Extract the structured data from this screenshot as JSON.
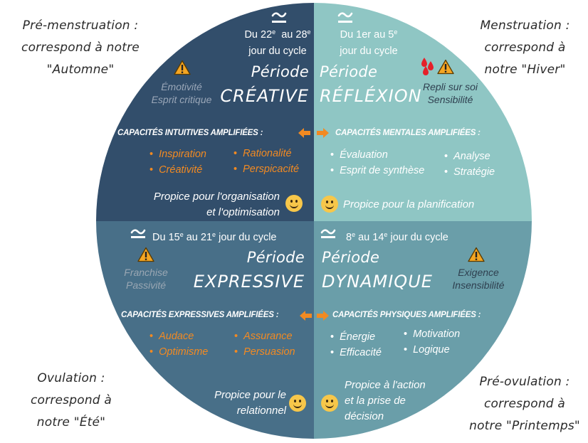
{
  "side_notes": {
    "top_left": [
      "Pré-menstruation :",
      "correspond à notre",
      "\"Automne\""
    ],
    "top_right": [
      "Menstruation :",
      "correspond à",
      "notre \"Hiver\""
    ],
    "bottom_left": [
      "Ovulation :",
      "correspond à",
      "notre \"Été\""
    ],
    "bottom_right": [
      "Pré-ovulation :",
      "correspond à",
      "notre \"Printemps\""
    ]
  },
  "colors": {
    "creative": "#324e6b",
    "reflexion": "#8fc6c4",
    "expressive": "#486f88",
    "dynamique": "#6a9ea9",
    "accent_orange": "#f28a22",
    "warning_yellow": "#f5a623",
    "blood_red": "#e5202a"
  },
  "quadrants": {
    "creative": {
      "icon": "wave-icon",
      "days_line1_pre": "Du 22",
      "days_line1_sup1": "e",
      "days_line1_mid": "  au 28",
      "days_line1_sup2": "e",
      "days_line2": "jour du cycle",
      "title_line1": "Période",
      "title_line2": "CRÉATIVE",
      "warnings": [
        "Émotivité",
        "Esprit critique"
      ],
      "capacities_title": "CAPACITÉS INTUITIVES AMPLIFIÉES :",
      "capacities": [
        "Inspiration",
        "Créativité",
        "Rationalité",
        "Perspicacité"
      ],
      "propice": [
        "Propice pour l'organisation",
        "et l'optimisation"
      ]
    },
    "reflexion": {
      "icon": "wave-icon",
      "days_line1_pre": "Du 1er au 5",
      "days_line1_sup": "e",
      "days_line2": "jour du cycle",
      "title_line1": "Période",
      "title_line2": "RÉFLÉXION",
      "warnings": [
        "Repli sur soi",
        "Sensibilité"
      ],
      "capacities_title": "CAPACITÉS MENTALES AMPLIFIÉES :",
      "capacities": [
        "Évaluation",
        "Esprit de synthèse",
        "Analyse",
        "Stratégie"
      ],
      "propice": [
        "Propice pour la planification"
      ]
    },
    "expressive": {
      "icon": "wave-icon",
      "days_pre": "Du 15",
      "days_sup1": "e",
      "days_mid": " au 21",
      "days_sup2": "e",
      "days_post": " jour du cycle",
      "title_line1": "Période",
      "title_line2": "EXPRESSIVE",
      "warnings": [
        "Franchise",
        "Passivité"
      ],
      "capacities_title": "CAPACITÉS EXPRESSIVES AMPLIFIÉES :",
      "capacities": [
        "Audace",
        "Optimisme",
        "Assurance",
        "Persuasion"
      ],
      "propice": [
        "Propice pour le",
        "relationnel"
      ]
    },
    "dynamique": {
      "icon": "wave-icon",
      "days_pre": "8",
      "days_sup1": "e",
      "days_mid": " au 14",
      "days_sup2": "e",
      "days_post": " jour du cycle",
      "title_line1": "Période",
      "title_line2": "DYNAMIQUE",
      "warnings": [
        "Exigence",
        "Insensibilité"
      ],
      "capacities_title": "CAPACITÉS PHYSIQUES AMPLIFIÉES :",
      "capacities": [
        "Énergie",
        "Efficacité",
        "Motivation",
        "Logique"
      ],
      "propice": [
        "Propice à l'action",
        "et la prise de",
        "décision"
      ]
    }
  }
}
